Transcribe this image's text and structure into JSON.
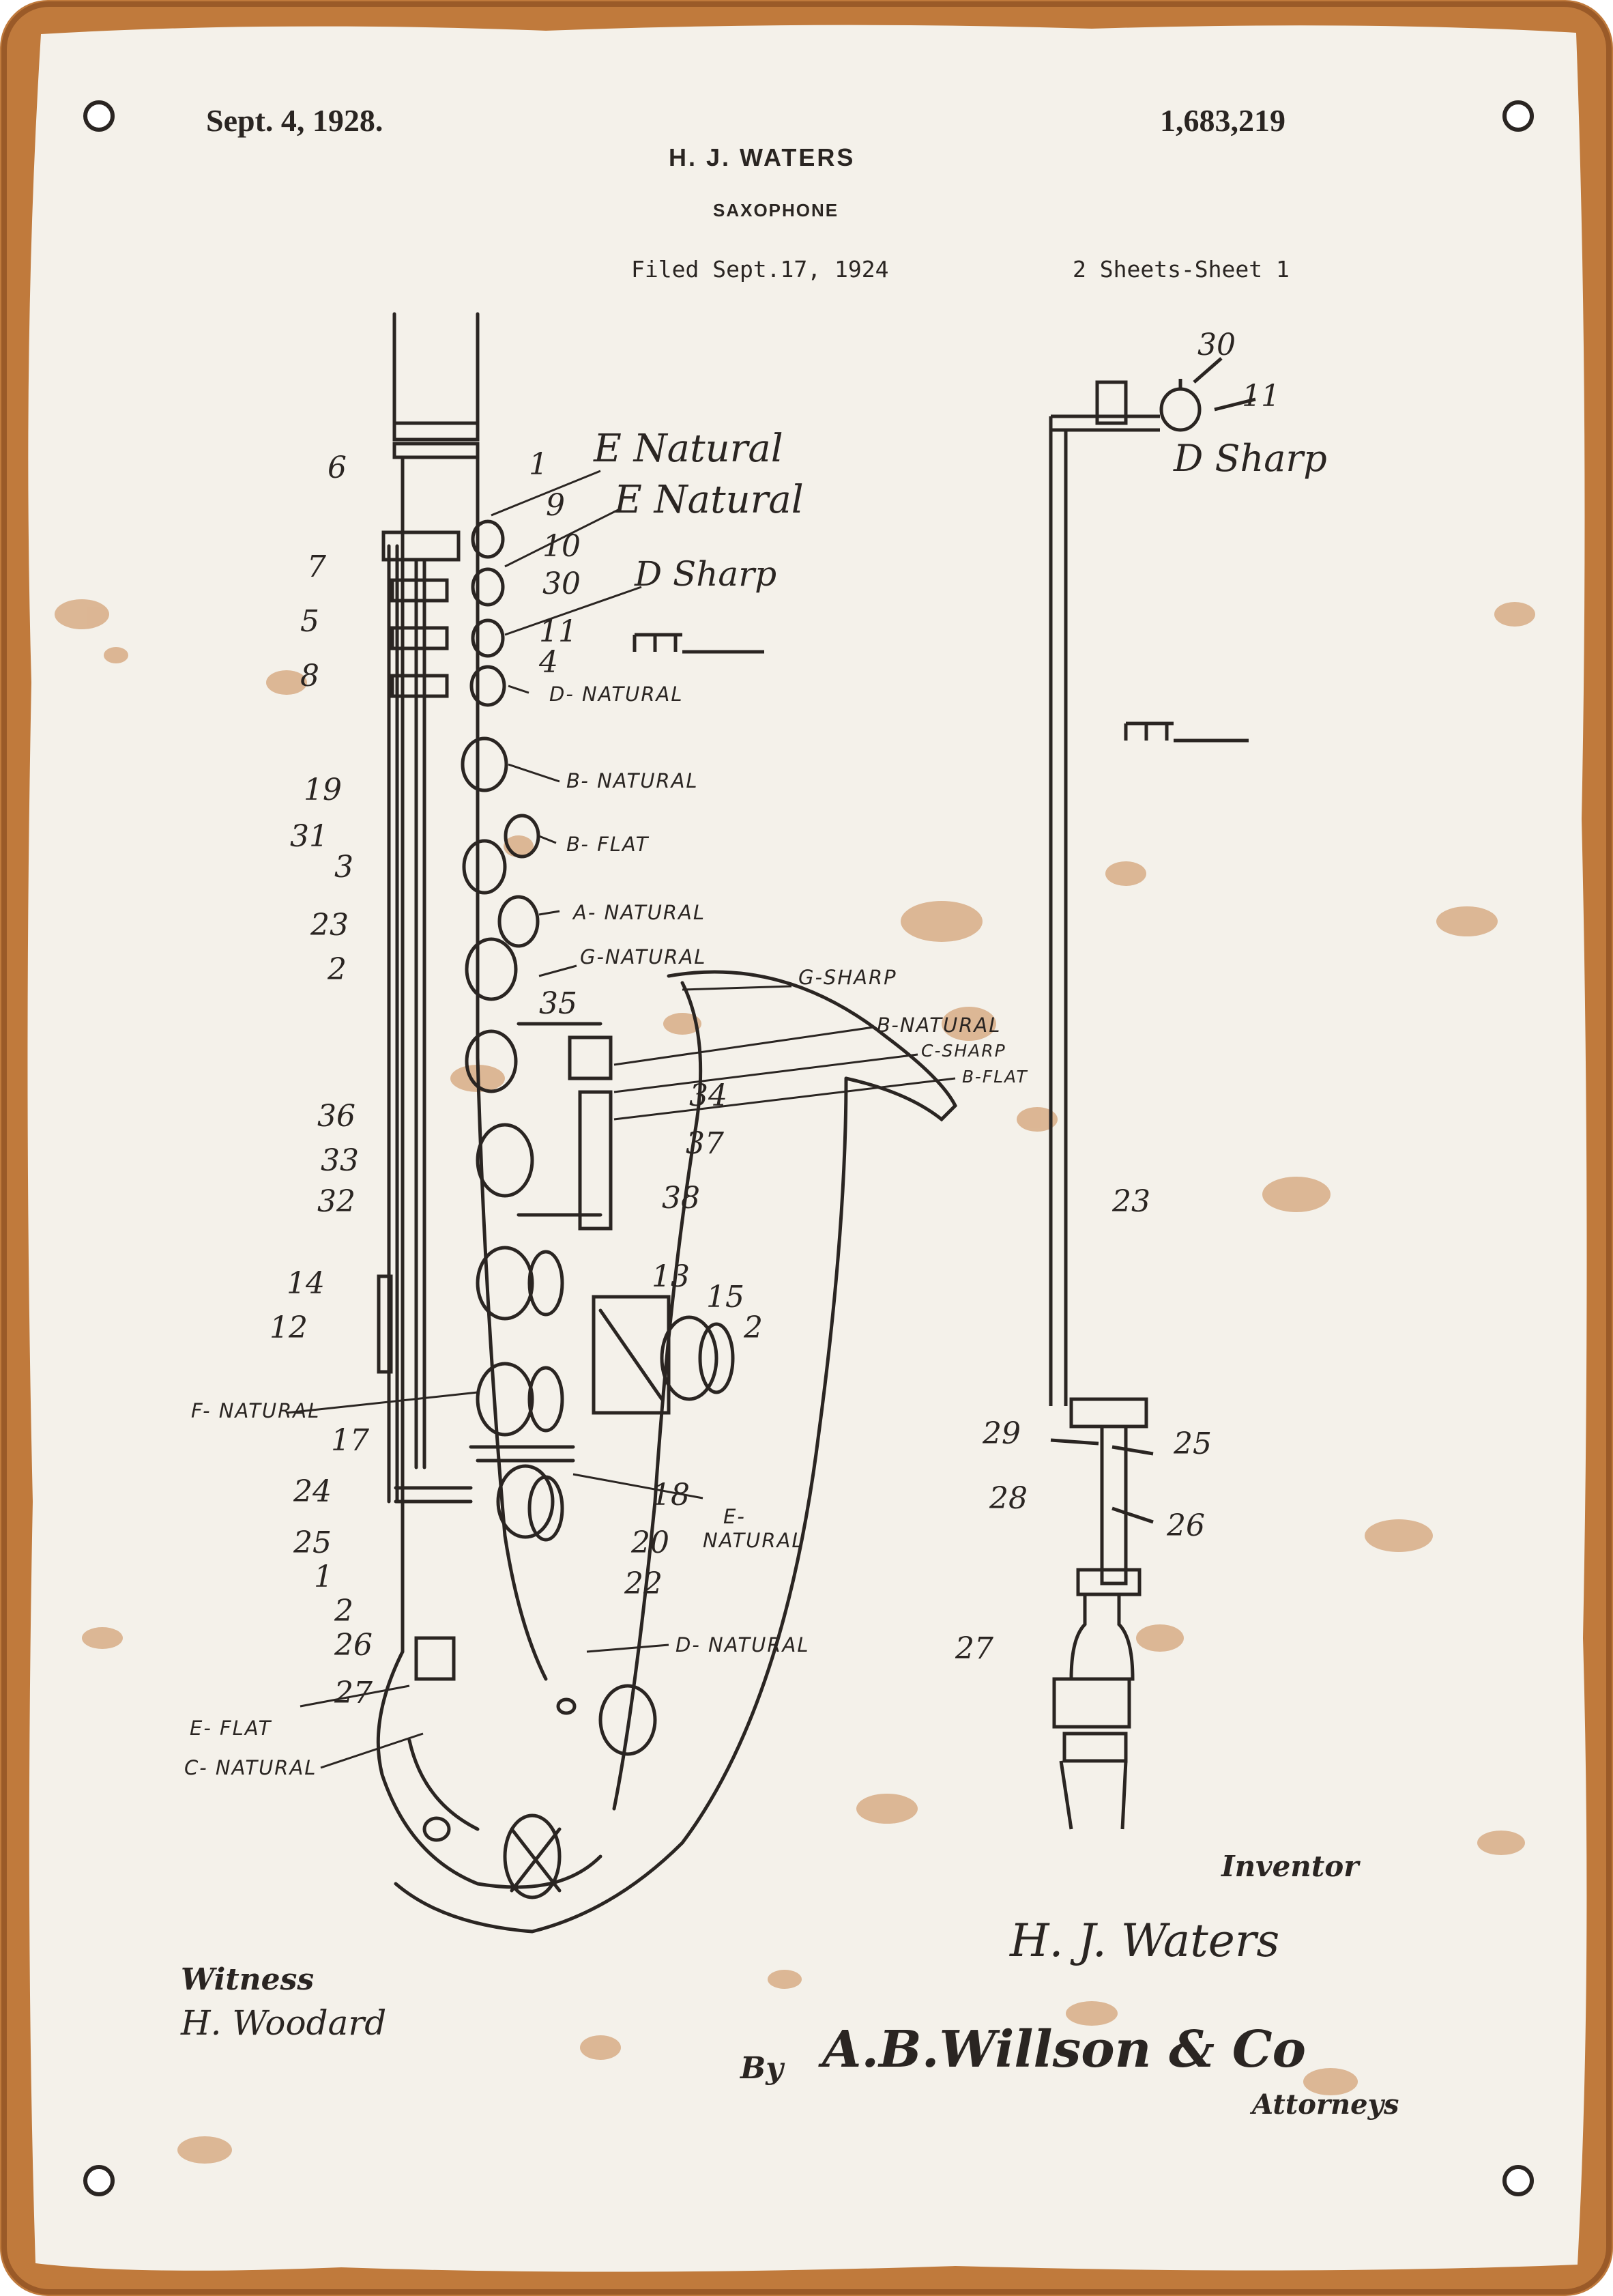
{
  "header": {
    "date": "Sept. 4, 1928.",
    "patent_number": "1,683,219",
    "inventor_name": "H. J. WATERS",
    "title": "SAXOPHONE",
    "filed": "Filed Sept.17, 1924",
    "sheets": "2 Sheets-Sheet  1"
  },
  "fig1": {
    "key_notes": {
      "e_natural_1": "E Natural",
      "e_natural_2": "E Natural",
      "d_sharp": "D Sharp",
      "d_natural_upper": "D- NATURAL",
      "b_natural": "B- NATURAL",
      "b_flat": "B- FLAT",
      "a_natural": "A- NATURAL",
      "g_natural": "G-NATURAL",
      "g_sharp": "G-SHARP",
      "b_natural_bell": "B-NATURAL",
      "c_sharp": "C-SHARP",
      "b_flat_bell": "B-FLAT",
      "f_natural": "F- NATURAL",
      "e_natural_lower": "E-",
      "e_natural_lower2": "NATURAL",
      "d_natural_lower": "D- NATURAL",
      "e_flat": "E- FLAT",
      "c_natural": "C- NATURAL"
    },
    "ref_numbers": {
      "n1": "1",
      "n6": "6",
      "n9": "9",
      "n10": "10",
      "n7": "7",
      "n5": "5",
      "n30": "30",
      "n11": "11",
      "n8": "8",
      "n4": "4",
      "n19": "19",
      "n31": "31",
      "n3": "3",
      "n23": "23",
      "n2a": "2",
      "n35": "35",
      "n34": "34",
      "n36": "36",
      "n37": "37",
      "n33": "33",
      "n32": "32",
      "n38": "38",
      "n14": "14",
      "n12": "12",
      "n13": "13",
      "n15": "15",
      "n2b": "2",
      "n17": "17",
      "n18": "18",
      "n24": "24",
      "n25": "25",
      "n1b": "1",
      "n20": "20",
      "n2c": "2",
      "n22": "22",
      "n26": "26",
      "n27": "27"
    }
  },
  "fig2": {
    "d_sharp": "D Sharp",
    "ref_numbers": {
      "n30": "30",
      "n11": "11",
      "n23": "23",
      "n29": "29",
      "n25": "25",
      "n28": "28",
      "n26": "26",
      "n27": "27"
    }
  },
  "signatures": {
    "witness_label": "Witness",
    "witness_name": "H. Woodard",
    "inventor_label": "Inventor",
    "inventor_signature": "H. J. Waters",
    "by_label": "By",
    "attorney_signature": "A.B.Willson & Co",
    "attorneys_label": "Attorneys"
  },
  "colors": {
    "rust_border": "#c07a3c",
    "paper": "#f4f1ea",
    "ink": "#2a2522",
    "rust_spot": "#c9874e"
  },
  "icons": [
    "mounting-hole-icon",
    "mounting-hole-icon",
    "mounting-hole-icon",
    "mounting-hole-icon"
  ]
}
